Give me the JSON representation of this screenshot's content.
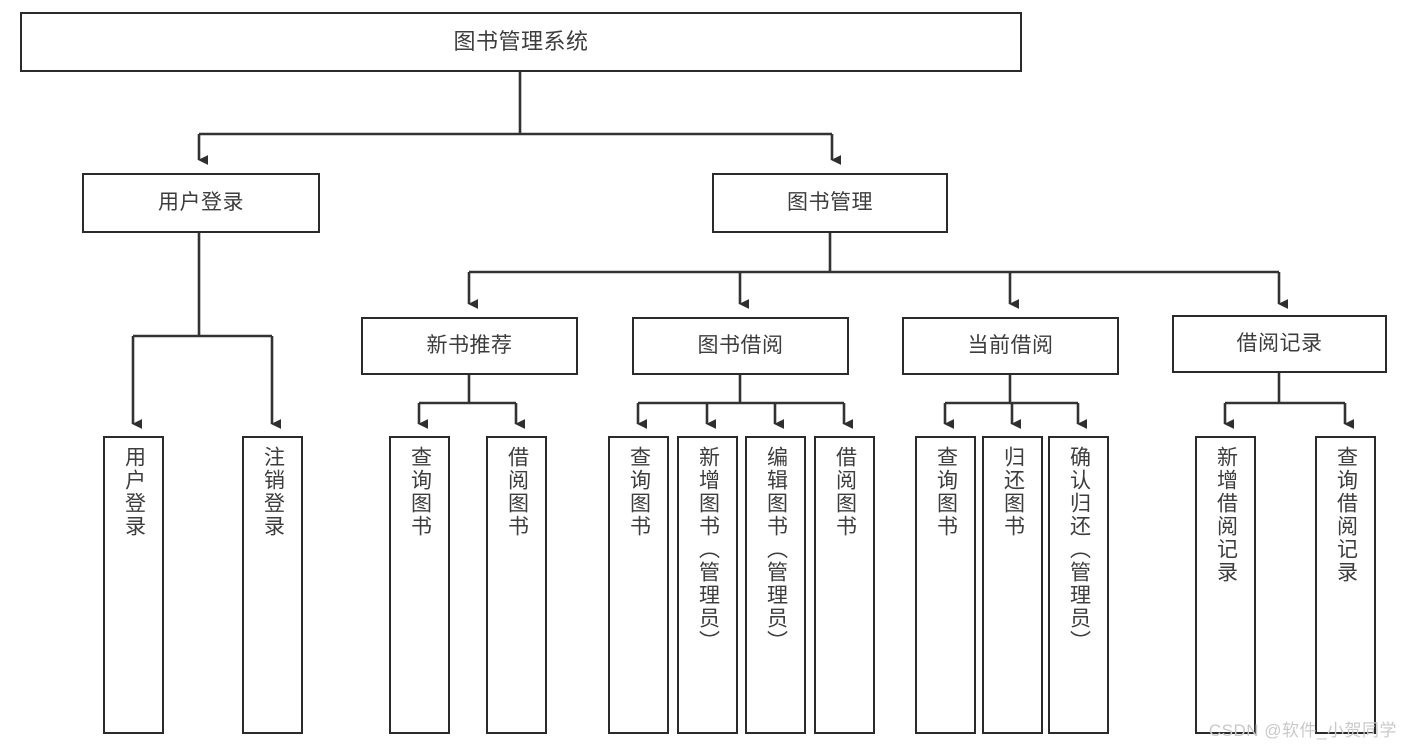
{
  "diagram": {
    "title": "图书管理系统",
    "type": "tree",
    "watermark": "CSDN @软件_小贺同学",
    "colors": {
      "box_border": "#2b2b2b",
      "box_fill": "#ffffff",
      "text": "#3d3d3d",
      "edge": "#333333",
      "watermark": "#c9c9c9",
      "background": "#ffffff"
    },
    "nodes": {
      "root": {
        "label": "图书管理系统"
      },
      "level1": [
        {
          "id": "user-login",
          "label": "用户登录"
        },
        {
          "id": "book-manage",
          "label": "图书管理"
        }
      ],
      "level2": [
        {
          "id": "new-book-recommend",
          "label": "新书推荐"
        },
        {
          "id": "book-borrow",
          "label": "图书借阅"
        },
        {
          "id": "current-borrow",
          "label": "当前借阅"
        },
        {
          "id": "borrow-record",
          "label": "借阅记录"
        }
      ],
      "leaves": {
        "user-login": [
          {
            "id": "leaf-user-login",
            "label": "用户登录"
          },
          {
            "id": "leaf-user-logout",
            "label": "注销登录"
          }
        ],
        "new-book-recommend": [
          {
            "id": "leaf-query-book-1",
            "label": "查询图书"
          },
          {
            "id": "leaf-borrow-book-1",
            "label": "借阅图书"
          }
        ],
        "book-borrow": [
          {
            "id": "leaf-query-book-2",
            "label": "查询图书"
          },
          {
            "id": "leaf-add-book",
            "label": "新增图书（管理员）"
          },
          {
            "id": "leaf-edit-book",
            "label": "编辑图书（管理员）"
          },
          {
            "id": "leaf-borrow-book-2",
            "label": "借阅图书"
          }
        ],
        "current-borrow": [
          {
            "id": "leaf-query-book-3",
            "label": "查询图书"
          },
          {
            "id": "leaf-return-book",
            "label": "归还图书"
          },
          {
            "id": "leaf-confirm-return",
            "label": "确认归还（管理员）"
          }
        ],
        "borrow-record": [
          {
            "id": "leaf-add-record",
            "label": "新增借阅记录"
          },
          {
            "id": "leaf-query-record",
            "label": "查询借阅记录"
          }
        ]
      }
    }
  }
}
